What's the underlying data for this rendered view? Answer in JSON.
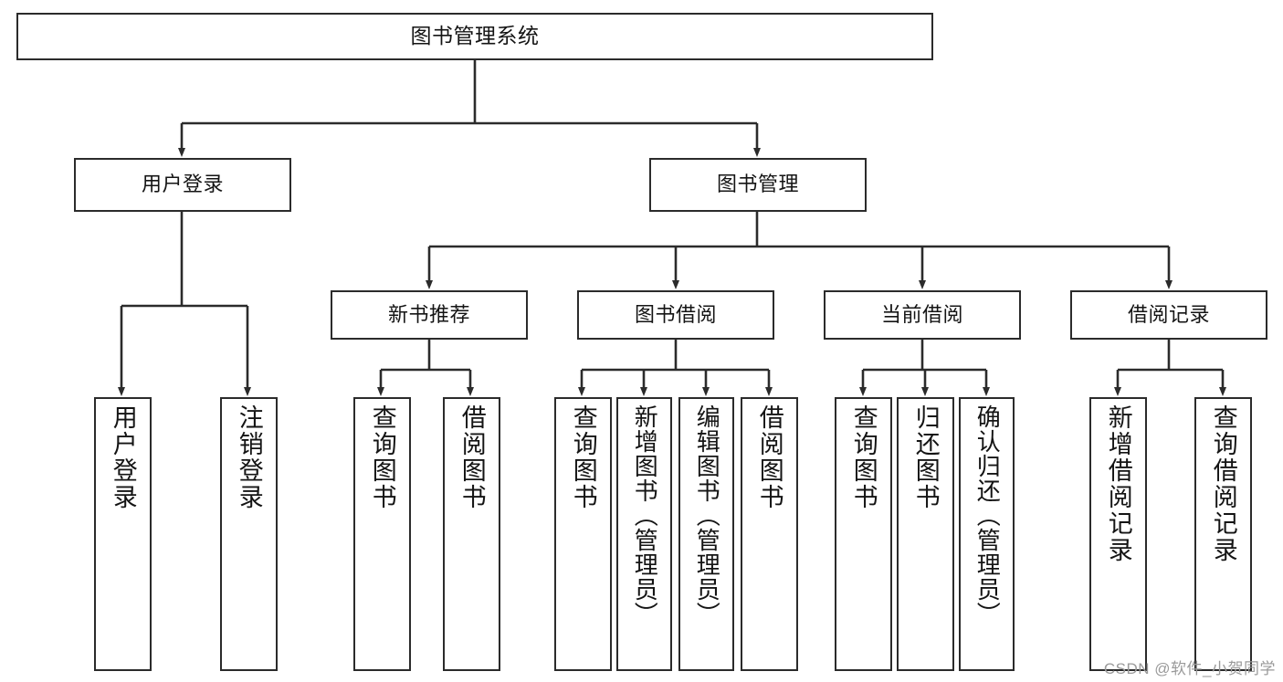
{
  "diagram": {
    "title": "图书管理系统",
    "type": "tree",
    "root": {
      "id": "root",
      "label": "图书管理系统"
    },
    "level1": [
      {
        "id": "user-login",
        "label": "用户登录"
      },
      {
        "id": "book-manage",
        "label": "图书管理"
      }
    ],
    "level2": [
      {
        "id": "new-book-rec",
        "label": "新书推荐"
      },
      {
        "id": "book-borrow",
        "label": "图书借阅"
      },
      {
        "id": "current-borrow",
        "label": "当前借阅"
      },
      {
        "id": "borrow-record",
        "label": "借阅记录"
      }
    ],
    "leaves": [
      {
        "id": "leaf-user-login",
        "label": "用户登录",
        "parent": "user-login"
      },
      {
        "id": "leaf-user-logout",
        "label": "注销登录",
        "parent": "user-login"
      },
      {
        "id": "leaf-query-book-1",
        "label": "查询图书",
        "parent": "new-book-rec"
      },
      {
        "id": "leaf-borrow-book-1",
        "label": "借阅图书",
        "parent": "new-book-rec"
      },
      {
        "id": "leaf-query-book-2",
        "label": "查询图书",
        "parent": "book-borrow"
      },
      {
        "id": "leaf-add-book",
        "label": "新增图书（管理员）",
        "parent": "book-borrow"
      },
      {
        "id": "leaf-edit-book",
        "label": "编辑图书（管理员）",
        "parent": "book-borrow"
      },
      {
        "id": "leaf-borrow-book-2",
        "label": "借阅图书",
        "parent": "book-borrow"
      },
      {
        "id": "leaf-query-book-3",
        "label": "查询图书",
        "parent": "current-borrow"
      },
      {
        "id": "leaf-return-book",
        "label": "归还图书",
        "parent": "current-borrow"
      },
      {
        "id": "leaf-confirm-return",
        "label": "确认归还（管理员）",
        "parent": "current-borrow"
      },
      {
        "id": "leaf-add-record",
        "label": "新增借阅记录",
        "parent": "borrow-record"
      },
      {
        "id": "leaf-query-record",
        "label": "查询借阅记录",
        "parent": "borrow-record"
      }
    ]
  },
  "colors": {
    "border": "#2b2b2b",
    "background": "#ffffff",
    "text": "#141414",
    "edge": "#2b2b2b",
    "watermark": "#9a9a9a"
  },
  "watermark": {
    "text": "CSDN @软件_小贺同学"
  }
}
